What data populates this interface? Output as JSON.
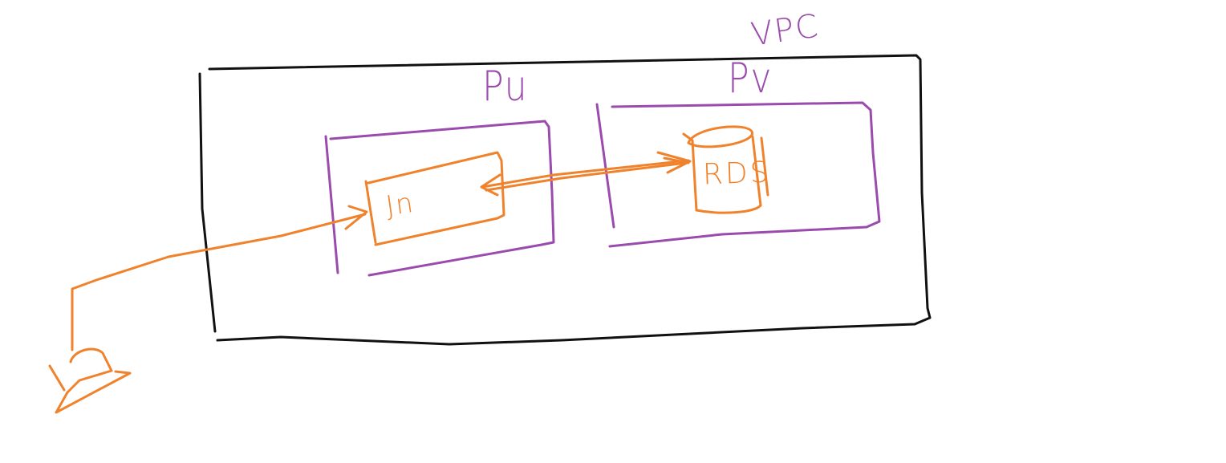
{
  "diagram": {
    "colors": {
      "vpc_border": "#111111",
      "subnet_border": "#9b4bad",
      "component": "#f0822c"
    },
    "labels": {
      "vpc": "VPC",
      "public_subnet": "Pu",
      "private_subnet": "Pv",
      "jump_host": "Jn",
      "database": "RDS"
    },
    "icons": {
      "user_device": "laptop-icon",
      "database": "database-cylinder-icon"
    }
  }
}
